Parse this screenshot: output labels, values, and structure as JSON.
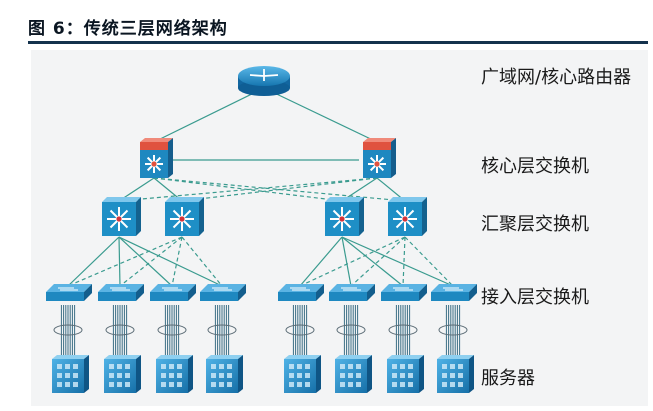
{
  "figure": {
    "title": "图 6：传统三层网络架构"
  },
  "tiers": [
    {
      "key": "router",
      "label": "广域网/核心路由器"
    },
    {
      "key": "core",
      "label": "核心层交换机"
    },
    {
      "key": "aggregation",
      "label": "汇聚层交换机"
    },
    {
      "key": "access",
      "label": "接入层交换机"
    },
    {
      "key": "server",
      "label": "服务器"
    }
  ],
  "devices": {
    "router_count": 1,
    "core_count": 2,
    "aggregation_count": 4,
    "access_count": 8,
    "server_count": 8
  },
  "colors": {
    "router": "#1b8cc8",
    "core_body": "#1e88c0",
    "core_top": "#e0523f",
    "aggregation": "#1e8fc6",
    "access": "#1e88c0",
    "server": "#2792cf",
    "link": "#3a9b8f",
    "panel": "#f3f4f5"
  }
}
